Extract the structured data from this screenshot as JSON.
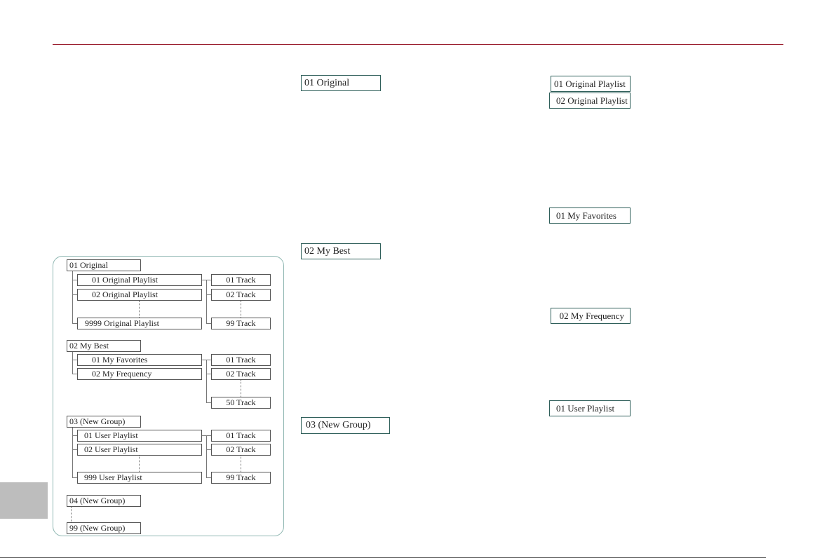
{
  "side_labels": {
    "original": "01 Original",
    "my_best": "02 My Best",
    "new_group": "03 (New Group)",
    "original_playlist_1": "01 Original Playlist",
    "original_playlist_2": "02 Original Playlist",
    "my_favorites": "01 My Favorites",
    "my_frequency": "02 My Frequency",
    "user_playlist": "01 User Playlist"
  },
  "diagram": {
    "groups": [
      {
        "name": "01 Original",
        "playlists": [
          "01 Original Playlist",
          "02 Original Playlist",
          "9999 Original Playlist"
        ],
        "tracks": [
          "01 Track",
          "02 Track",
          "99 Track"
        ]
      },
      {
        "name": "02 My Best",
        "playlists": [
          "01 My Favorites",
          "02 My Frequency"
        ],
        "tracks": [
          "01 Track",
          "02 Track",
          "50 Track"
        ]
      },
      {
        "name": "03 (New Group)",
        "playlists": [
          "01 User Playlist",
          "02 User Playlist",
          "999 User Playlist"
        ],
        "tracks": [
          "01 Track",
          "02 Track",
          "99 Track"
        ]
      },
      {
        "name": "04 (New Group)"
      },
      {
        "name": "99 (New Group)"
      }
    ]
  }
}
